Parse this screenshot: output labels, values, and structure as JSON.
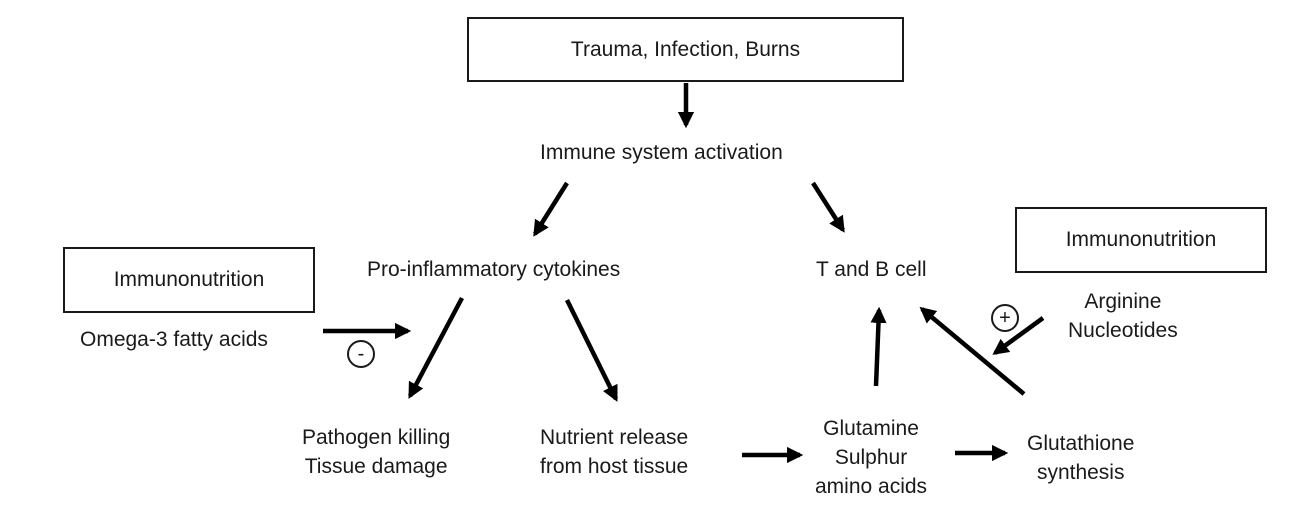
{
  "nodes": {
    "trigger": "Trauma, Infection, Burns",
    "immune_activation": "Immune system activation",
    "cytokines": "Pro-inflammatory cytokines",
    "t_b_cell": "T and B cell",
    "immunonutrition_left": "Immunonutrition",
    "omega3": "Omega-3 fatty acids",
    "immunonutrition_right": "Immunonutrition",
    "arginine": "Arginine",
    "nucleotides": "Nucleotides",
    "pathogen_killing": "Pathogen killing",
    "tissue_damage": "Tissue damage",
    "nutrient_release_1": "Nutrient release",
    "nutrient_release_2": "from host tissue",
    "glutamine": "Glutamine",
    "sulphur": "Sulphur",
    "amino_acids": "amino acids",
    "glutathione": "Glutathione",
    "synthesis": "synthesis"
  },
  "signs": {
    "inhibit": "-",
    "promote": "+"
  },
  "edges": [
    {
      "from": "trigger",
      "to": "immune_activation"
    },
    {
      "from": "immune_activation",
      "to": "cytokines"
    },
    {
      "from": "immune_activation",
      "to": "t_b_cell"
    },
    {
      "from": "omega3",
      "to": "cytokines",
      "effect": "inhibit"
    },
    {
      "from": "cytokines",
      "to": "pathogen_killing"
    },
    {
      "from": "cytokines",
      "to": "nutrient_release"
    },
    {
      "from": "nutrient_release",
      "to": "glutamine"
    },
    {
      "from": "glutamine",
      "to": "glutathione"
    },
    {
      "from": "glutamine",
      "to": "t_b_cell"
    },
    {
      "from": "glutathione",
      "to": "t_b_cell"
    },
    {
      "from": "arginine_nucleotides",
      "to": "glutathione_to_t_b_cell",
      "effect": "promote"
    }
  ]
}
